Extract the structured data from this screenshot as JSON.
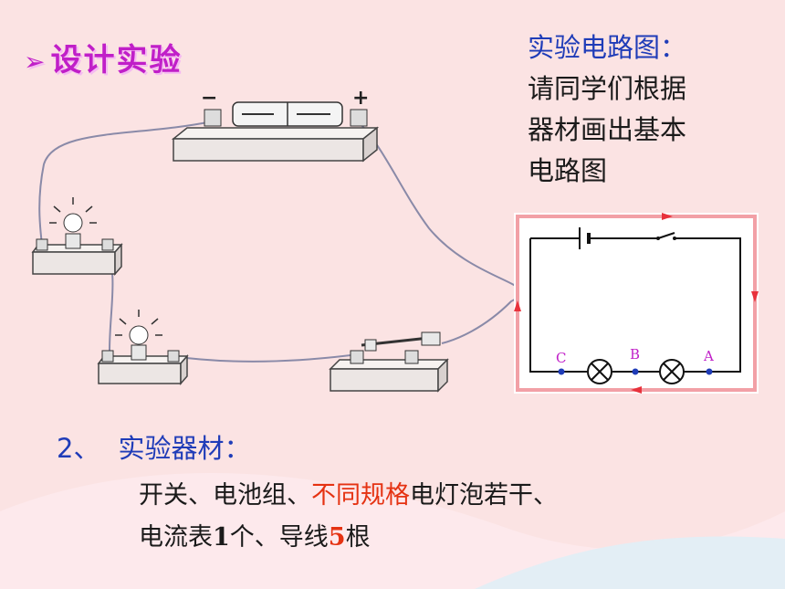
{
  "title": "设计实验",
  "right_note": {
    "heading": "实验电路图：",
    "lines": [
      "请同学们根据",
      "器材画出基本",
      "电路图"
    ]
  },
  "diagram": {
    "points": [
      "C",
      "B",
      "A"
    ]
  },
  "materials": {
    "number": "2、",
    "heading": "实验器材：",
    "line1_a": "开关、电池组、",
    "line1_highlight": "不同规格",
    "line1_b": "电灯泡若干、",
    "line2_a": "电流表",
    "line2_count1": "1",
    "line2_b": "个、导线",
    "line2_count2": "5",
    "line2_c": "根"
  },
  "colors": {
    "title": "#c01fc8",
    "heading_blue": "#1f3cb8",
    "highlight_red": "#e53212",
    "arrow_red": "#e8323c"
  }
}
